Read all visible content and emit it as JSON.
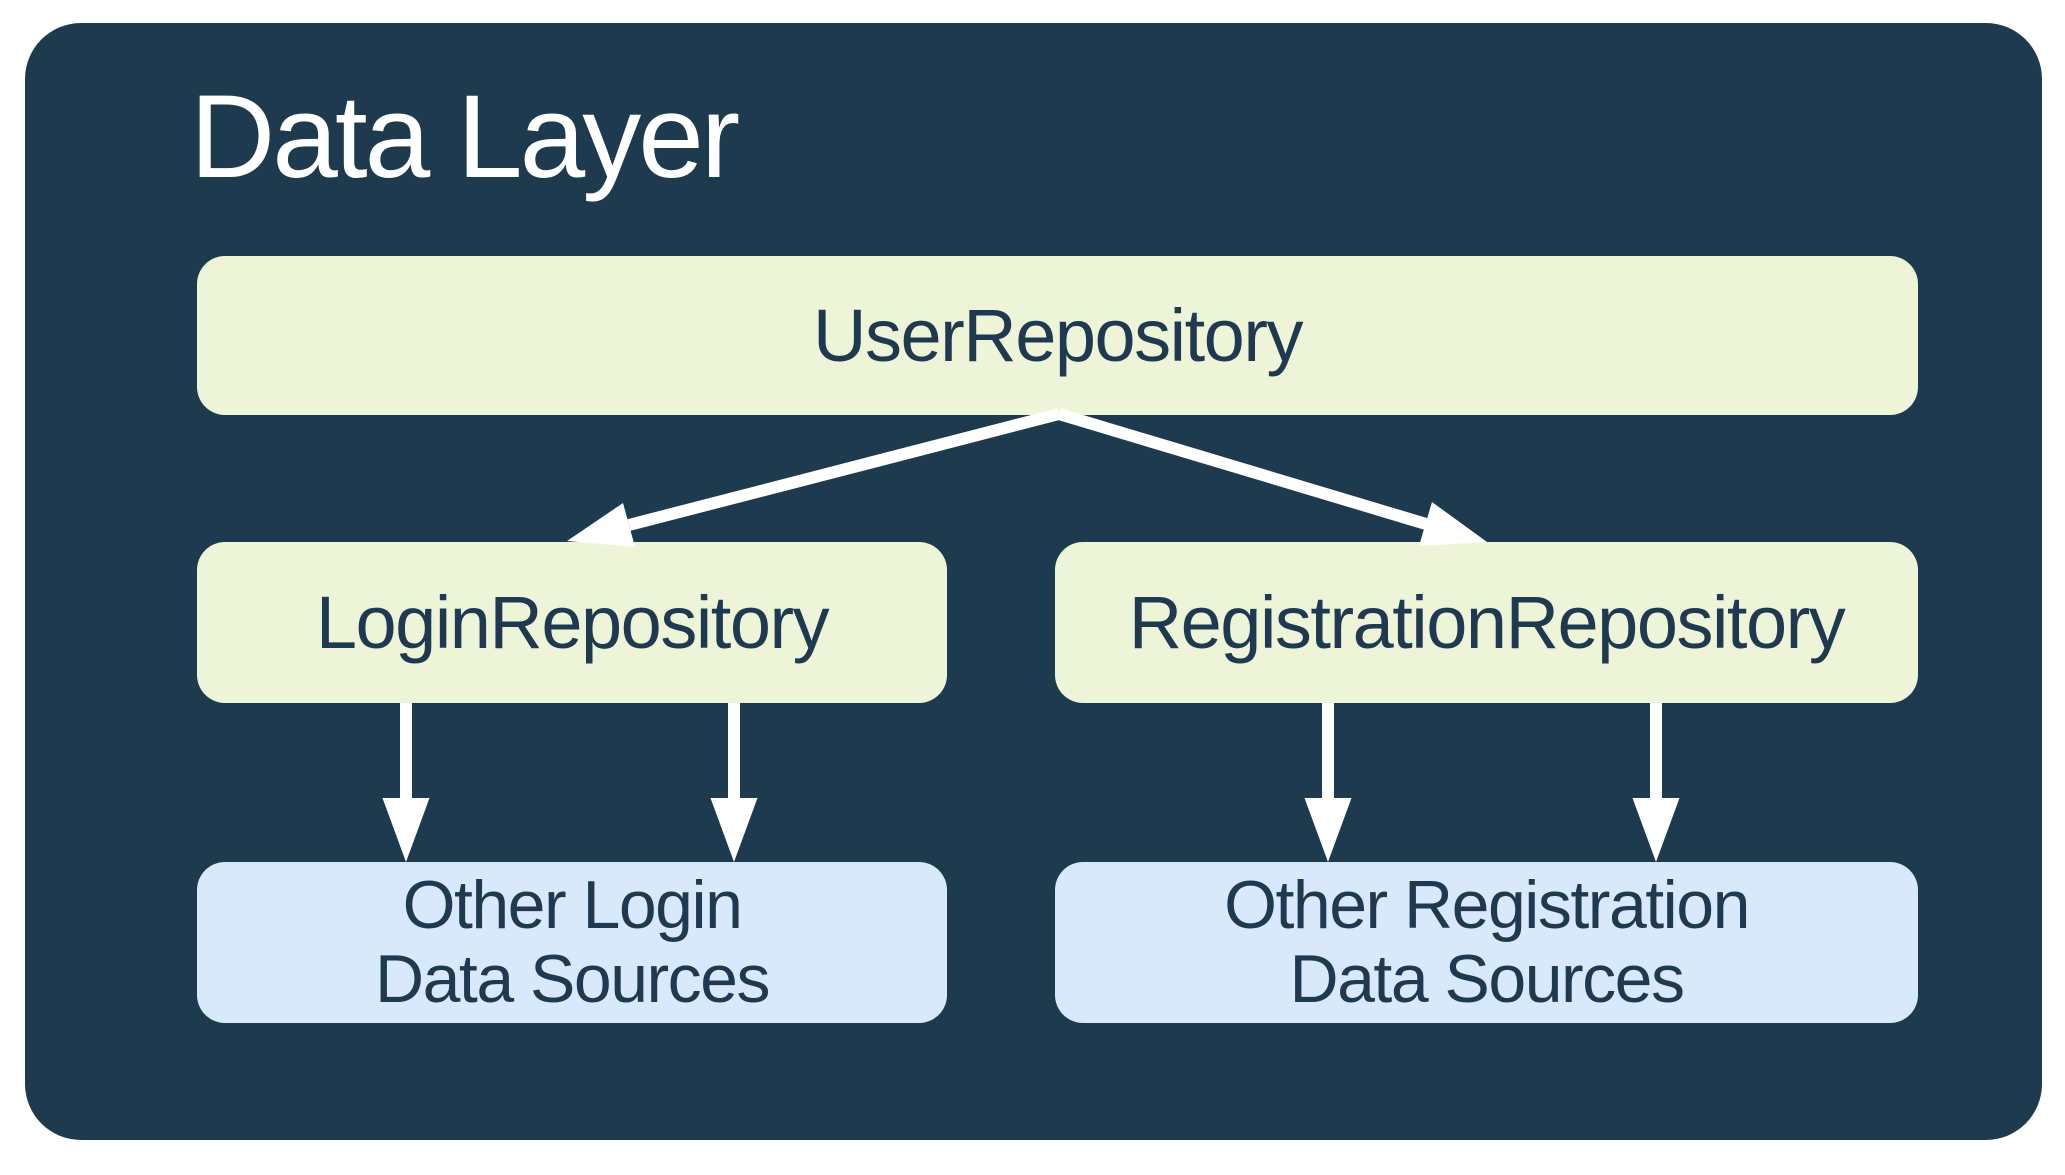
{
  "diagram": {
    "title": "Data Layer",
    "nodes": [
      {
        "id": "user-repository",
        "kind": "repository",
        "label": "UserRepository"
      },
      {
        "id": "login-repository",
        "kind": "repository",
        "label": "LoginRepository"
      },
      {
        "id": "registration-repository",
        "kind": "repository",
        "label": "RegistrationRepository"
      },
      {
        "id": "other-login-data-sources",
        "kind": "data-source",
        "label_lines": [
          "Other Login",
          "Data Sources"
        ]
      },
      {
        "id": "other-registration-data-sources",
        "kind": "data-source",
        "label_lines": [
          "Other Registration",
          "Data Sources"
        ]
      }
    ],
    "edges": [
      {
        "from": "user-repository",
        "to": "login-repository"
      },
      {
        "from": "user-repository",
        "to": "registration-repository"
      },
      {
        "from": "login-repository",
        "to": "other-login-data-sources"
      },
      {
        "from": "login-repository",
        "to": "other-login-data-sources"
      },
      {
        "from": "registration-repository",
        "to": "other-registration-data-sources"
      },
      {
        "from": "registration-repository",
        "to": "other-registration-data-sources"
      }
    ],
    "colors": {
      "page_background": "#FFFFFF",
      "panel_background": "#1D3A4F",
      "repository_box": "#EEF4D8",
      "data_source_box": "#D8E9FB",
      "node_text": "#1F3A50",
      "title_text": "#FFFFFF",
      "arrow": "#FFFFFF"
    }
  }
}
